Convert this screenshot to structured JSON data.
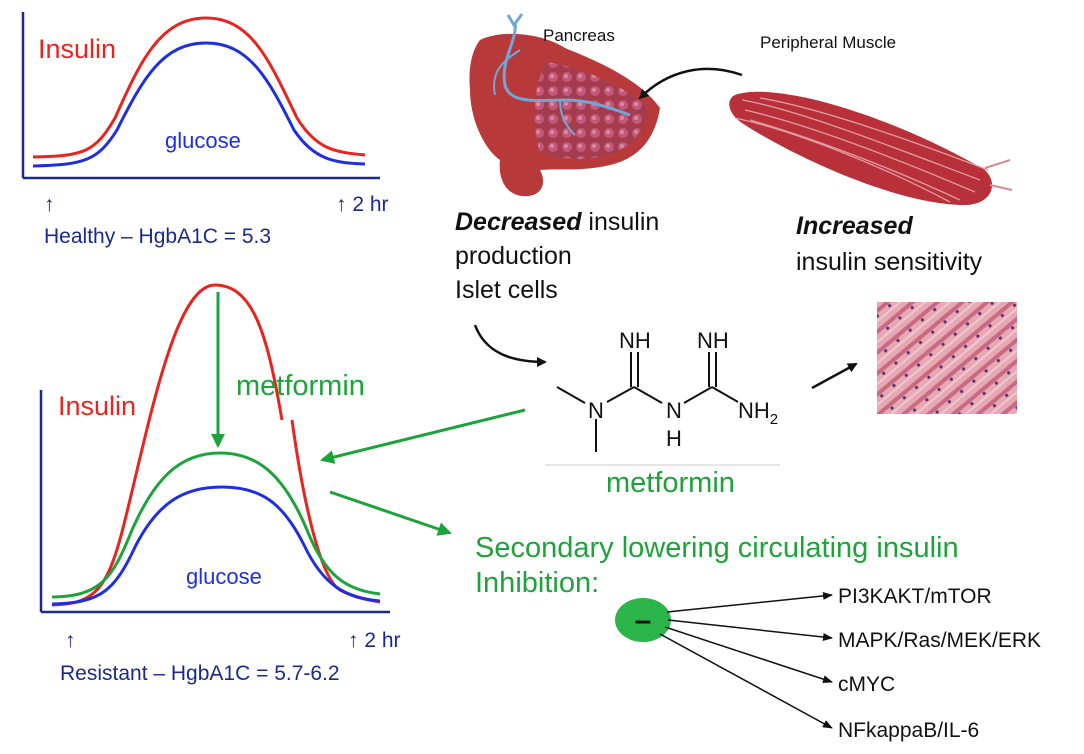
{
  "colors": {
    "insulin": "#e8241f",
    "glucose": "#1f2fe0",
    "metformin": "#1ea33c",
    "axis": "#1a2a8c",
    "caption": "#1a2a8c",
    "text": "#111111",
    "pancreas_body": "#b8393a",
    "pancreas_lobules": "#9a3a55",
    "muscle": "#b7303a",
    "tissue": "#d98a9a",
    "inhibitor": "#2bb54a"
  },
  "healthy_panel": {
    "insulin_label": "Insulin",
    "glucose_label": "glucose",
    "start_marker": "↑",
    "end_marker": "↑ 2 hr",
    "caption": "Healthy – HgbA1C = 5.3"
  },
  "resistant_panel": {
    "insulin_label": "Insulin",
    "glucose_label": "glucose",
    "metformin_label": "metformin",
    "start_marker": "↑",
    "end_marker": "↑ 2 hr",
    "caption": "Resistant – HgbA1C = 5.7-6.2"
  },
  "pancreas": {
    "label": "Pancreas",
    "effect_bold": "Decreased",
    "effect_rest": " insulin",
    "line2": "production",
    "line3": "Islet cells"
  },
  "muscle": {
    "label": "Peripheral Muscle",
    "effect_bold": "Increased",
    "line2": "insulin sensitivity"
  },
  "molecule": {
    "nh_left": "NH",
    "nh_right": "NH",
    "n_atom": "N",
    "nh_bottom_n": "N",
    "nh_bottom_h": "H",
    "nh2": "NH",
    "nh2_sub": "2",
    "name": "metformin"
  },
  "secondary": {
    "line1": "Secondary lowering circulating insulin",
    "line2": "Inhibition:",
    "inhibitor_symbol": "–",
    "targets": [
      "PI3KAKT/mTOR",
      "MAPK/Ras/MEK/ERK",
      "cMYC",
      "NFkappaB/IL-6"
    ]
  }
}
